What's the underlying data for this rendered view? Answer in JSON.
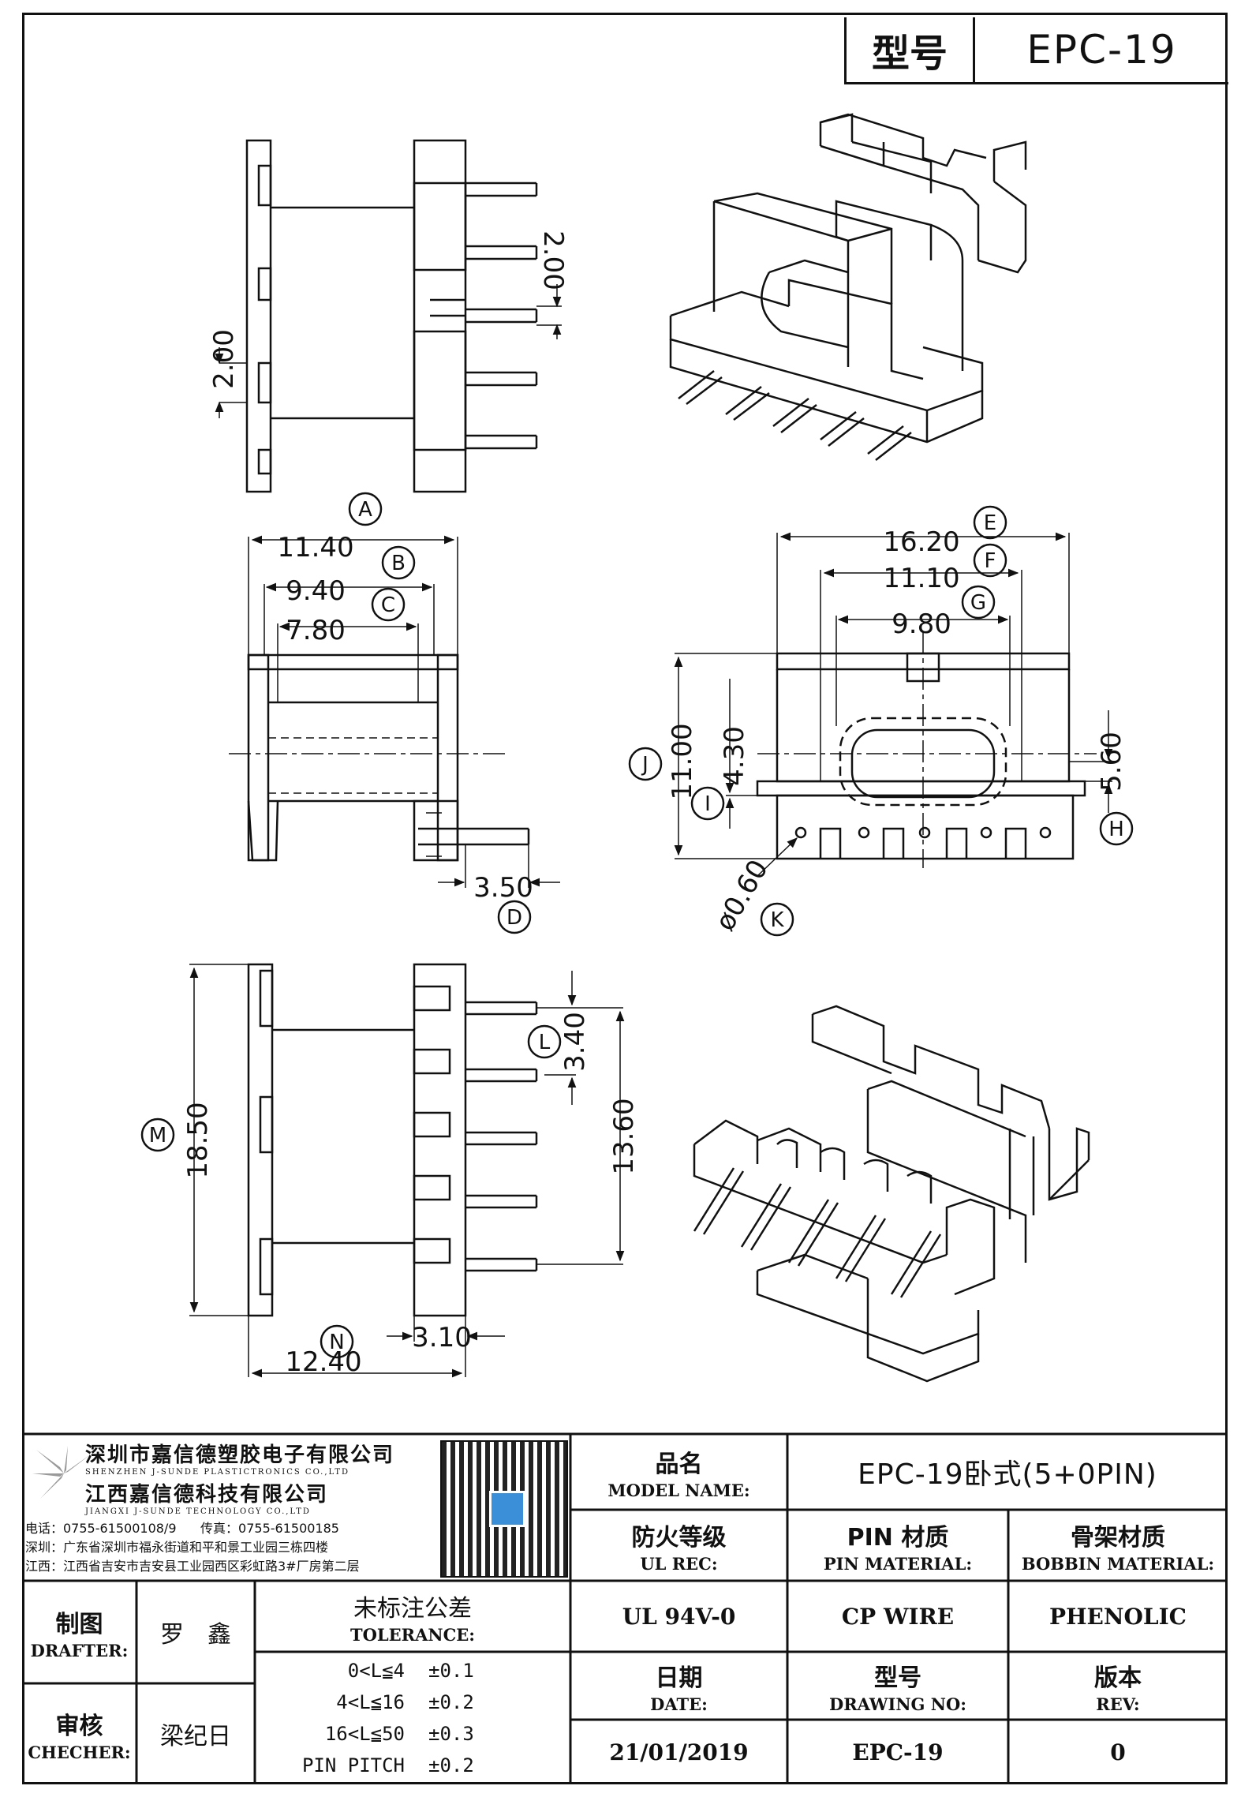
{
  "header": {
    "model_label": "型号",
    "model_value": "EPC-19"
  },
  "dimensions": {
    "top_pitch_left": "2.00",
    "top_pitch_right": "2.00",
    "A": "A",
    "A_value": "11.40",
    "B": "B",
    "B_value": "9.40",
    "C": "C",
    "C_value": "7.80",
    "D": "D",
    "D_value": "3.50",
    "E": "E",
    "E_value": "16.20",
    "F": "F",
    "F_value": "11.10",
    "G": "G",
    "G_value": "9.80",
    "H": "H",
    "I": "I",
    "I_value": "4.30",
    "J": "J",
    "J_value": "11.00",
    "H_value": "5.60",
    "K": "K",
    "K_value": "ø0.60",
    "L": "L",
    "L_value": "3.40",
    "M": "M",
    "M_value": "18.50",
    "pin_span": "13.60",
    "N": "N",
    "N_value": "12.40",
    "N_small_value": "3.10"
  },
  "company": {
    "name_cn_1": "深圳市嘉信德塑胶电子有限公司",
    "name_en_1": "SHENZHEN J-SUNDE PLASTICTRONICS CO.,LTD",
    "name_cn_2": "江西嘉信德科技有限公司",
    "name_en_2": "JIANGXI J-SUNDE TECHNOLOGY CO.,LTD",
    "phone": "电话：0755-61500108/9",
    "fax": "传真：0755-61500185",
    "addr_sz": "深圳：广东省深圳市福永街道和平和景工业园三栋四楼",
    "addr_jx": "江西：江西省吉安市吉安县工业园西区彩虹路3#厂房第二层"
  },
  "title_block": {
    "model_name_cn": "品名",
    "model_name_en": "MODEL NAME:",
    "model_name_value": "EPC-19卧式(5+0PIN)",
    "ul_cn": "防火等级",
    "ul_en": "UL REC:",
    "ul_value": "UL 94V-0",
    "pin_cn": "PIN 材质",
    "pin_en": "PIN MATERIAL:",
    "pin_value": "CP WIRE",
    "bobbin_cn": "骨架材质",
    "bobbin_en": "BOBBIN MATERIAL:",
    "bobbin_value": "PHENOLIC",
    "date_cn": "日期",
    "date_en": "DATE:",
    "date_value": "21/01/2019",
    "drawing_cn": "型号",
    "drawing_en": "DRAWING NO:",
    "drawing_value": "EPC-19",
    "rev_cn": "版本",
    "rev_en": "REV:",
    "rev_value": "0",
    "drafter_cn": "制图",
    "drafter_en": "DRAFTER:",
    "drafter_name": "罗　鑫",
    "checker_cn": "审核",
    "checker_en": "CHECHER:",
    "checker_name": "梁纪日",
    "tolerance_cn": "未标注公差",
    "tolerance_en": "TOLERANCE:",
    "tolerances": [
      {
        "range": "0<L≦4",
        "value": "±0.1"
      },
      {
        "range": "4<L≦16",
        "value": "±0.2"
      },
      {
        "range": "16<L≦50",
        "value": "±0.3"
      },
      {
        "range": "PIN PITCH",
        "value": "±0.2"
      }
    ]
  }
}
